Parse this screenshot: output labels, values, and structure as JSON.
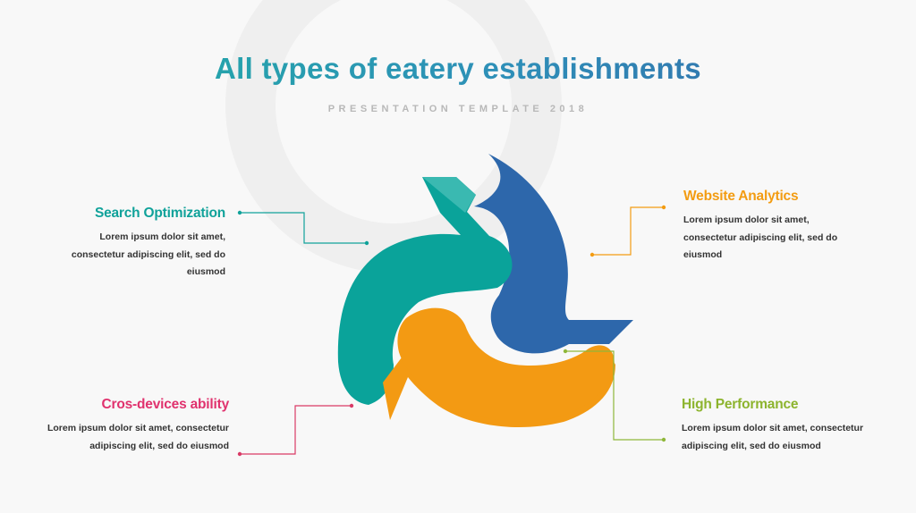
{
  "title": "All types of eatery establishments",
  "subtitle": "PRESENTATION TEMPLATE 2018",
  "items": [
    {
      "heading": "Search Optimization",
      "text": "Lorem ipsum dolor sit amet, consectetur adipiscing elit, sed do eiusmod",
      "color": "#10a29a"
    },
    {
      "heading": "Website Analytics",
      "text": "Lorem ipsum dolor sit amet, consectetur adipiscing elit, sed do eiusmod",
      "color": "#f39c12"
    },
    {
      "heading": "Cros-devices ability",
      "text": "Lorem ipsum dolor sit amet, consectetur adipiscing elit, sed do eiusmod",
      "color": "#e0326e"
    },
    {
      "heading": "High Performance",
      "text": "Lorem ipsum dolor sit amet, consectetur adipiscing elit, sed do eiusmod",
      "color": "#8db42e"
    }
  ],
  "colors": {
    "teal": "#0aa39a",
    "blue": "#2d67ab",
    "orange": "#f39a13",
    "pink": "#d93a66",
    "green": "#8fb73a"
  }
}
